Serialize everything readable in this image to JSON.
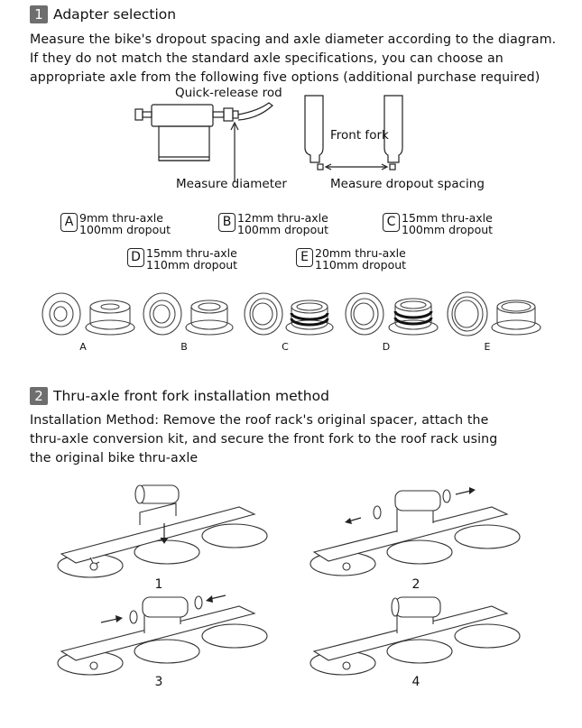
{
  "section1": {
    "number": "1",
    "title": "Adapter selection",
    "lines": [
      "Measure the bike's dropout spacing and axle diameter according to the diagram.",
      "If they do not match the standard axle specifications, you can choose an",
      "appropriate axle from the following five options (additional purchase required)"
    ],
    "diagram": {
      "quick_release": "Quick-release rod",
      "front_fork": "Front fork",
      "measure_diameter": "Measure diameter",
      "measure_spacing": "Measure dropout spacing"
    },
    "options": [
      {
        "letter": "A",
        "axle": "9mm thru-axle",
        "dropout": "100mm dropout"
      },
      {
        "letter": "B",
        "axle": "12mm thru-axle",
        "dropout": "100mm dropout"
      },
      {
        "letter": "C",
        "axle": "15mm thru-axle",
        "dropout": "100mm dropout"
      },
      {
        "letter": "D",
        "axle": "15mm thru-axle",
        "dropout": "110mm dropout"
      },
      {
        "letter": "E",
        "axle": "20mm thru-axle",
        "dropout": "110mm dropout"
      }
    ],
    "part_captions": [
      "A",
      "B",
      "C",
      "D",
      "E"
    ]
  },
  "section2": {
    "number": "2",
    "title": "Thru-axle front fork installation method",
    "lines": [
      "Installation Method: Remove the roof rack's original spacer, attach the",
      "thru-axle conversion kit, and secure the front fork to the roof rack using",
      "the original bike thru-axle"
    ],
    "steps": [
      "1",
      "2",
      "3",
      "4"
    ]
  }
}
